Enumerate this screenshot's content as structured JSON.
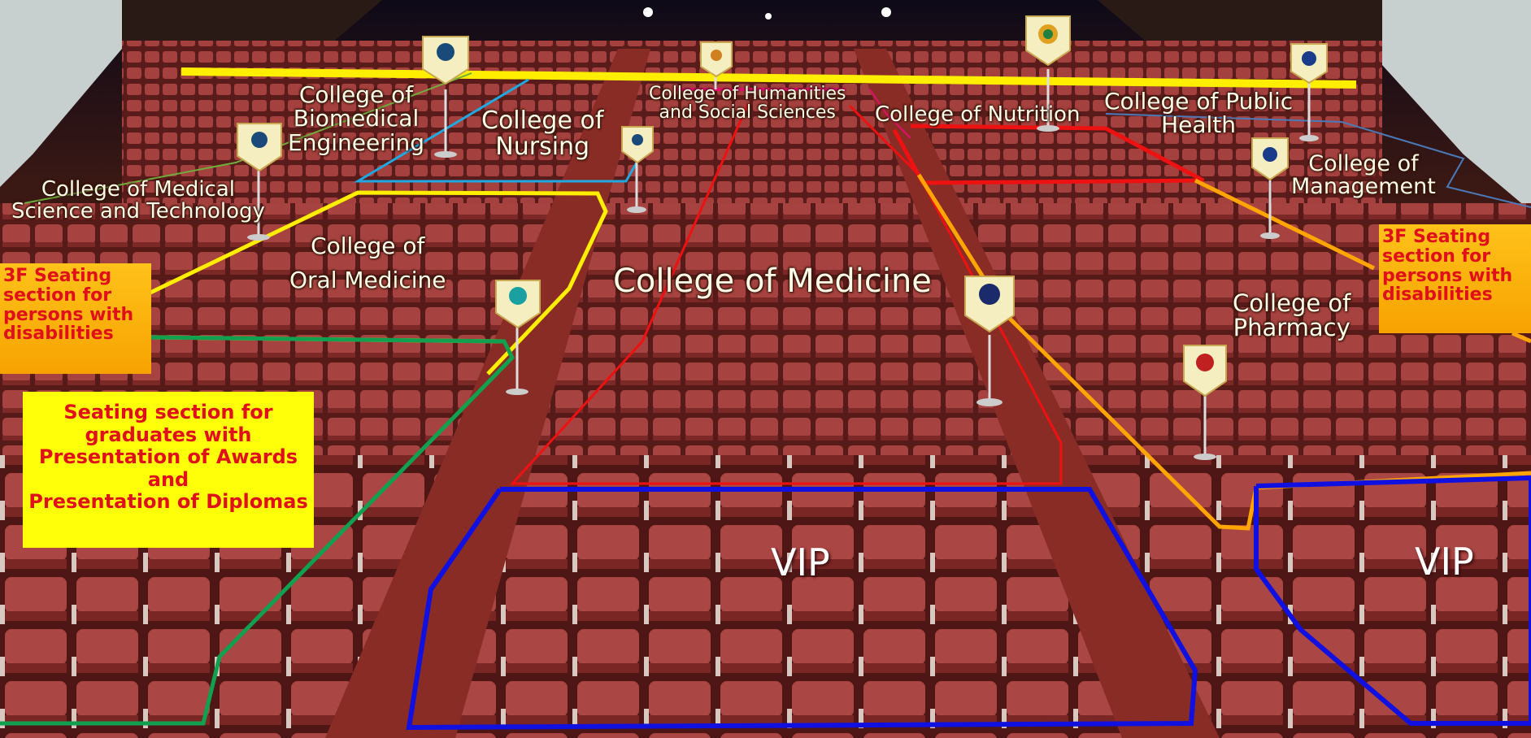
{
  "labels": {
    "biomedical": [
      "College of",
      "Biomedical",
      "Engineering"
    ],
    "nursing": [
      "College of",
      "Nursing"
    ],
    "humanities": [
      "College of Humanities",
      "and Social Sciences"
    ],
    "nutrition": [
      "College of Nutrition"
    ],
    "public_health": [
      "College of  Public",
      "Health"
    ],
    "management": [
      "College of",
      "Management"
    ],
    "medical_science": [
      "College of Medical",
      "Science and Technology"
    ],
    "oral": [
      "College of",
      "Oral Medicine"
    ],
    "medicine": [
      "College of Medicine"
    ],
    "pharmacy": [
      "College of",
      "Pharmacy"
    ]
  },
  "disability_left": [
    "3F Seating",
    "section for",
    "persons with",
    "disabilities"
  ],
  "disability_right": [
    "3F Seating",
    "section for",
    "persons with",
    "disabilities"
  ],
  "graduates_box": [
    "Seating section for",
    "graduates with",
    "Presentation of Awards",
    "and",
    "Presentation of Diplomas"
  ],
  "vip_center": "VIP",
  "vip_right": "VIP",
  "colors": {
    "seat": "#9b3a36",
    "yellow": "#ffee00",
    "red": "#ee1111",
    "orange": "#ffa500",
    "blue": "#1010e0",
    "green": "#10a050",
    "light_green": "#6fae3a",
    "cyan": "#20a8e0",
    "magenta": "#e0106a",
    "steel_blue": "#4a7ab8"
  }
}
